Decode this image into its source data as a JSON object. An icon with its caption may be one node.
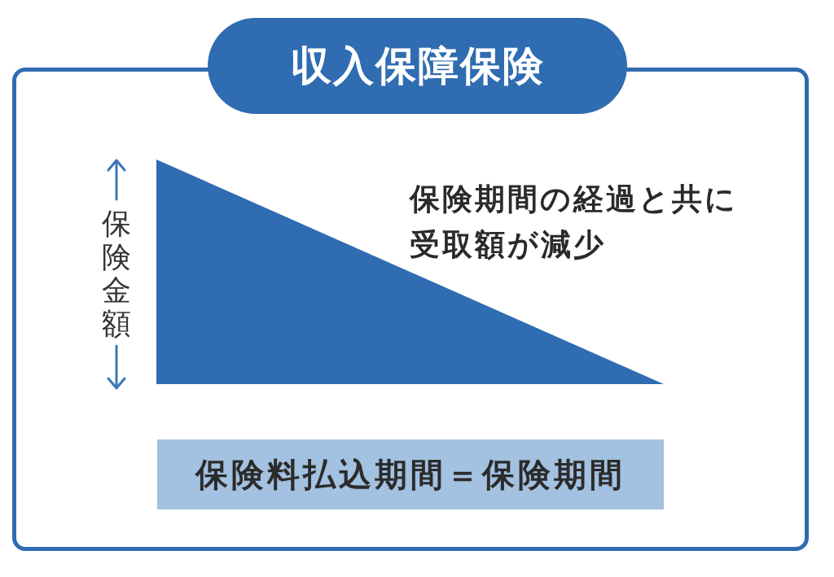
{
  "diagram": {
    "title": "収入保障保険",
    "nodes": [
      {
        "text": [],
        "shape": "triangle"
      },
      {
        "text": [
          "保険料払込期間＝保険期間"
        ]
      }
    ],
    "labels": [
      "保険金額",
      "保険期間の経過と共に受取額が減少"
    ]
  }
}
